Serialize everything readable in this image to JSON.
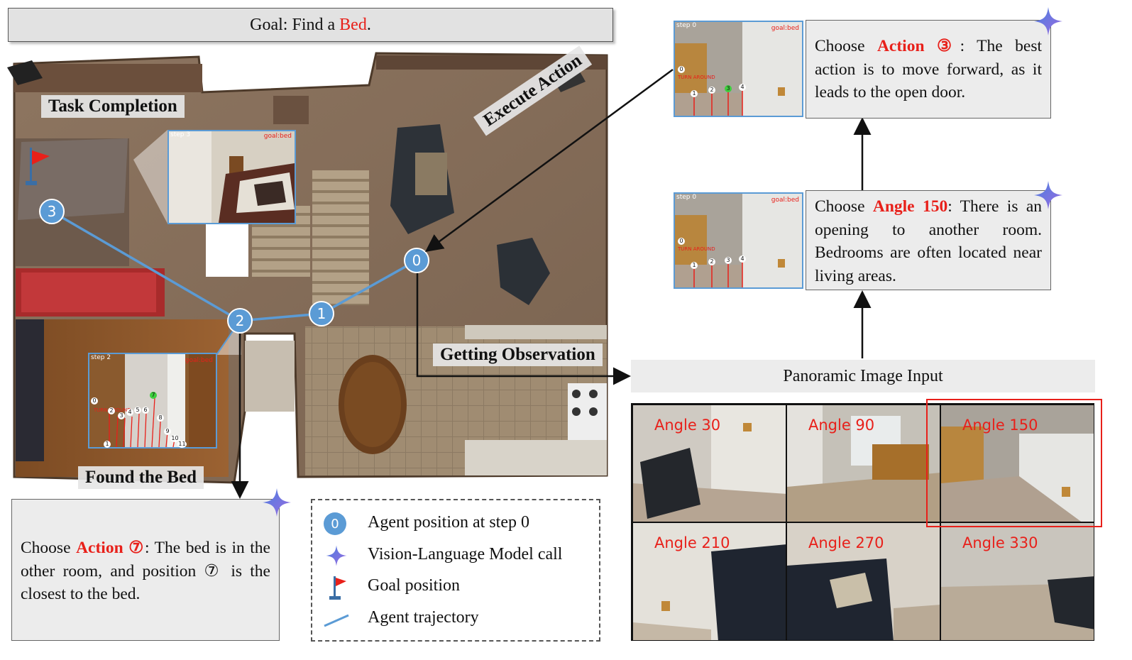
{
  "goal": {
    "prefix": "Goal: Find a ",
    "target": "Bed",
    "suffix": "."
  },
  "map_labels": {
    "task_completion": "Task Completion",
    "execute_action": "Execute Action",
    "getting_observation": "Getting Observation",
    "found_the_bed": "Found the Bed"
  },
  "trajectory_nodes": [
    "0",
    "1",
    "2",
    "3"
  ],
  "thumbnails": {
    "step3": {
      "step": "step 3",
      "goal": "goal:bed"
    },
    "step2": {
      "step": "step 2",
      "goal": "goal:bed",
      "markers": [
        "0",
        "1",
        "2",
        "3",
        "4",
        "5",
        "6",
        "7",
        "8",
        "9",
        "10",
        "11"
      ],
      "turn_around": "TURN AROUND"
    },
    "top": {
      "step": "step 0",
      "goal": "goal:bed",
      "markers": [
        "1",
        "2",
        "3",
        "4"
      ],
      "zero": "0",
      "turn_around": "TURN AROUND"
    },
    "middle": {
      "step": "step 0",
      "goal": "goal:bed",
      "markers": [
        "1",
        "2",
        "3",
        "4"
      ],
      "zero": "0",
      "turn_around": "TURN AROUND"
    }
  },
  "reasoning": {
    "action3": {
      "pre": "Choose ",
      "key": "Action ③",
      "post": ": The best action is to move forward, as it leads to the open door."
    },
    "angle150": {
      "pre": "Choose ",
      "key": "Angle 150",
      "post": ": There is an opening to another room. Bedrooms are often located near living areas."
    },
    "action7": {
      "pre": "Choose ",
      "key": "Action ⑦",
      "post": ": The bed is in the other room, and position ⑦ is the closest to the bed."
    }
  },
  "panoramic": {
    "title": "Panoramic Image Input",
    "angles": [
      "Angle 30",
      "Angle 90",
      "Angle 150",
      "Angle 210",
      "Angle 270",
      "Angle 330"
    ],
    "selected": "Angle 150"
  },
  "legend": {
    "items": [
      {
        "icon": "0",
        "label": "Agent position at step 0"
      },
      {
        "label": "Vision-Language Model call"
      },
      {
        "label": "Goal position"
      },
      {
        "label": "Agent trajectory"
      }
    ]
  },
  "colors": {
    "accent_blue": "#5b9bd5",
    "highlight_red": "#e8201a",
    "star_blue": "#4a7fe0",
    "star_purple": "#9b6be0"
  }
}
